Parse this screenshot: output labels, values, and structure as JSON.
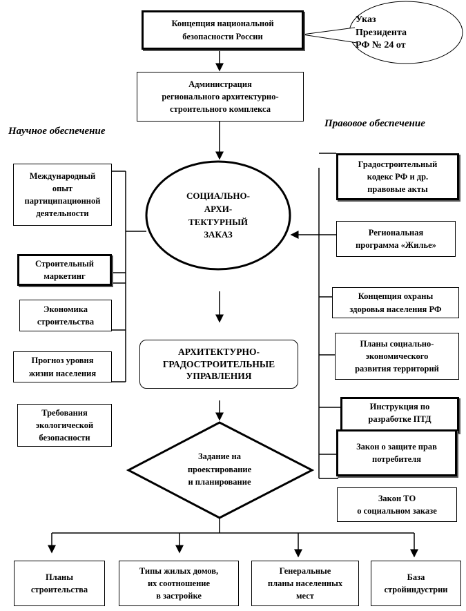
{
  "top": {
    "concept": "Концепция национальной\nбезопасности России",
    "decree": "Указ\nПрезидента\nРФ № 24 от",
    "admin": "Администрация\nрегионального архитектурно-\nстроительного комплекса"
  },
  "labels": {
    "science": "Научное обеспечение",
    "legal": "Правовое обеспечение"
  },
  "center": {
    "order": "СОЦИАЛЬНО-\nАРХИ-\nТЕКТУРНЫЙ\nЗАКАЗ",
    "departments": "АРХИТЕКТУРНО-\nГРАДОСТРОИТЕЛЬНЫЕ\nУПРАВЛЕНИЯ",
    "task": "Задание на\nпроектирование\nи планирование"
  },
  "left": [
    "Международный\nопыт\nпартиципационной\nдеятельности",
    "Строительный\nмаркетинг",
    "Экономика\nстроительства",
    "Прогноз уровня\nжизни населения",
    "Требования\nэкологической\nбезопасности"
  ],
  "right": [
    "Градостроительный\nкодекс РФ и др.\nправовые акты",
    "Региональная\nпрограмма «Жилье»",
    "Концепция охраны\nздоровья населения РФ",
    "Планы социально-\nэкономического\nразвития территорий",
    "Инструкция по\nразработке ПТД",
    "Закон о защите прав\nпотребителя",
    "Закон ТО\nо социальном заказе"
  ],
  "bottom": [
    "Планы\nстроительства",
    "Типы жилых домов,\nих соотношение\nв застройке",
    "Генеральные\nпланы населенных\nмест",
    "База\nстройиндустрии"
  ]
}
